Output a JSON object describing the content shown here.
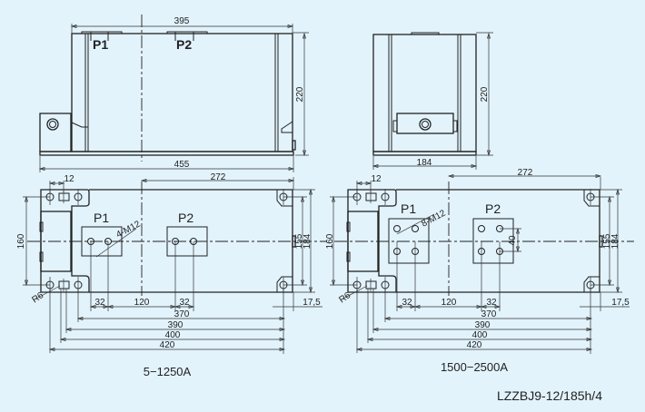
{
  "front_view": {
    "dim_width": "395",
    "dim_total": "455",
    "dim_height": "220",
    "label_p1": "P1",
    "label_p2": "P2"
  },
  "side_view": {
    "dim_width": "184",
    "dim_height": "220"
  },
  "plan_left": {
    "label_p1": "P1",
    "label_p2": "P2",
    "thread": "4-M12",
    "radius": "R6",
    "dim_12": "12",
    "dim_272": "272",
    "dim_160": "160",
    "dim_155": "155",
    "dim_184": "184",
    "dim_32a": "32",
    "dim_120": "120",
    "dim_32b": "32",
    "dim_17_5": "17,5",
    "dim_370": "370",
    "dim_390": "390",
    "dim_400": "400",
    "dim_420": "420",
    "caption": "5−1250A"
  },
  "plan_right": {
    "label_p1": "P1",
    "label_p2": "P2",
    "thread": "8-M12",
    "radius": "R6",
    "dim_12": "12",
    "dim_272": "272",
    "dim_160": "160",
    "dim_155": "155",
    "dim_184": "184",
    "dim_40": "40",
    "dim_32a": "32",
    "dim_120": "120",
    "dim_32b": "32",
    "dim_17_5": "17,5",
    "dim_370": "370",
    "dim_390": "390",
    "dim_400": "400",
    "dim_420": "420",
    "caption": "1500−2500A"
  },
  "model": "LZZBJ9-12/185h/4"
}
